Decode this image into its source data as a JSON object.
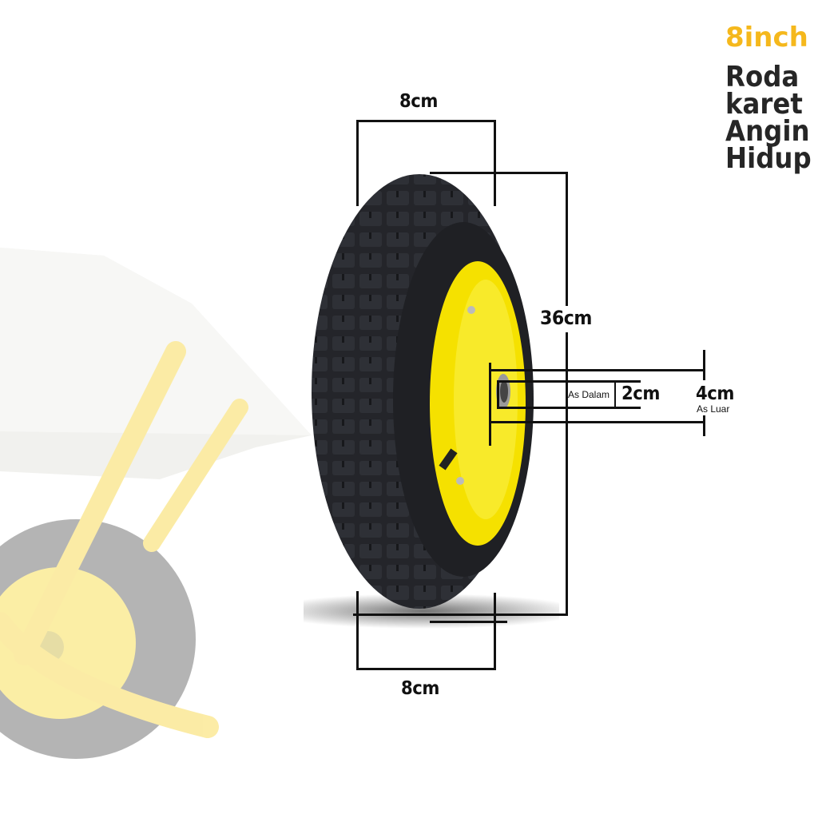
{
  "header": {
    "size_label": "8inch",
    "title_lines": [
      "Roda",
      "karet",
      "Angin",
      "Hidup"
    ]
  },
  "dimensions": {
    "top_width": "8cm",
    "bottom_width": "8cm",
    "diameter": "36cm",
    "inner_axle_label": "As Dalam",
    "inner_axle_value": "2cm",
    "outer_axle_value": "4cm",
    "outer_axle_label": "As Luar"
  },
  "colors": {
    "accent": "#f5b81c",
    "rim_yellow": "#f5e100",
    "tire_black": "#1e1f22",
    "text_dark": "#262626"
  }
}
